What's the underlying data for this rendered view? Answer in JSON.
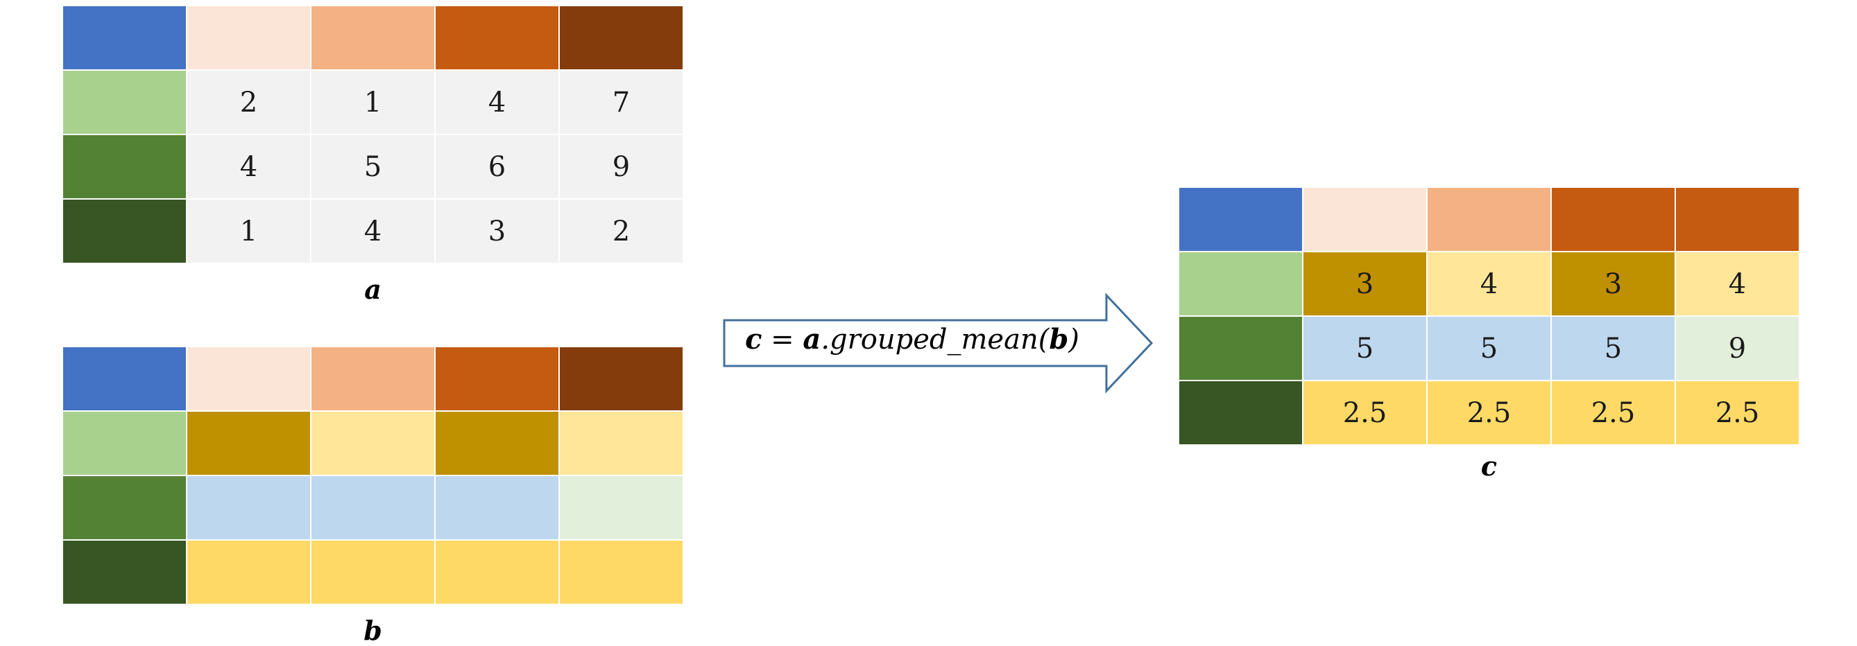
{
  "colors": {
    "header_blue": "#4472C4",
    "col1": "#FBE5D6",
    "col2": "#F4B183",
    "col3": "#C55A11",
    "col4": "#843C0C",
    "row1": "#A9D18E",
    "row2": "#548235",
    "row3": "#375623",
    "value_bg": "#F2F2F2",
    "gold": "#BF9000",
    "light_yellow": "#FFE699",
    "light_blue": "#BDD7EE",
    "pale_green": "#E2EFDA",
    "yellow": "#FFD966",
    "arrow_stroke": "#41719C"
  },
  "tables": {
    "a": {
      "caption": "a",
      "header_colors": [
        "#4472C4",
        "#FBE5D6",
        "#F4B183",
        "#C55A11",
        "#843C0C"
      ],
      "rows": [
        {
          "label_color": "#A9D18E",
          "cells": [
            {
              "value": "2",
              "color": "#F2F2F2"
            },
            {
              "value": "1",
              "color": "#F2F2F2"
            },
            {
              "value": "4",
              "color": "#F2F2F2"
            },
            {
              "value": "7",
              "color": "#F2F2F2"
            }
          ]
        },
        {
          "label_color": "#548235",
          "cells": [
            {
              "value": "4",
              "color": "#F2F2F2"
            },
            {
              "value": "5",
              "color": "#F2F2F2"
            },
            {
              "value": "6",
              "color": "#F2F2F2"
            },
            {
              "value": "9",
              "color": "#F2F2F2"
            }
          ]
        },
        {
          "label_color": "#375623",
          "cells": [
            {
              "value": "1",
              "color": "#F2F2F2"
            },
            {
              "value": "4",
              "color": "#F2F2F2"
            },
            {
              "value": "3",
              "color": "#F2F2F2"
            },
            {
              "value": "2",
              "color": "#F2F2F2"
            }
          ]
        }
      ]
    },
    "b": {
      "caption": "b",
      "header_colors": [
        "#4472C4",
        "#FBE5D6",
        "#F4B183",
        "#C55A11",
        "#843C0C"
      ],
      "rows": [
        {
          "label_color": "#A9D18E",
          "cells": [
            {
              "value": "",
              "color": "#BF9000"
            },
            {
              "value": "",
              "color": "#FFE699"
            },
            {
              "value": "",
              "color": "#BF9000"
            },
            {
              "value": "",
              "color": "#FFE699"
            }
          ]
        },
        {
          "label_color": "#548235",
          "cells": [
            {
              "value": "",
              "color": "#BDD7EE"
            },
            {
              "value": "",
              "color": "#BDD7EE"
            },
            {
              "value": "",
              "color": "#BDD7EE"
            },
            {
              "value": "",
              "color": "#E2EFDA"
            }
          ]
        },
        {
          "label_color": "#375623",
          "cells": [
            {
              "value": "",
              "color": "#FFD966"
            },
            {
              "value": "",
              "color": "#FFD966"
            },
            {
              "value": "",
              "color": "#FFD966"
            },
            {
              "value": "",
              "color": "#FFD966"
            }
          ]
        }
      ]
    },
    "c": {
      "caption": "c",
      "header_colors": [
        "#4472C4",
        "#FBE5D6",
        "#F4B183",
        "#C55A11",
        "#C55A11"
      ],
      "rows": [
        {
          "label_color": "#A9D18E",
          "cells": [
            {
              "value": "3",
              "color": "#BF9000"
            },
            {
              "value": "4",
              "color": "#FFE699"
            },
            {
              "value": "3",
              "color": "#BF9000"
            },
            {
              "value": "4",
              "color": "#FFE699"
            }
          ]
        },
        {
          "label_color": "#548235",
          "cells": [
            {
              "value": "5",
              "color": "#BDD7EE"
            },
            {
              "value": "5",
              "color": "#BDD7EE"
            },
            {
              "value": "5",
              "color": "#BDD7EE"
            },
            {
              "value": "9",
              "color": "#E2EFDA"
            }
          ]
        },
        {
          "label_color": "#375623",
          "cells": [
            {
              "value": "2.5",
              "color": "#FFD966"
            },
            {
              "value": "2.5",
              "color": "#FFD966"
            },
            {
              "value": "2.5",
              "color": "#FFD966"
            },
            {
              "value": "2.5",
              "color": "#FFD966"
            }
          ]
        }
      ]
    }
  },
  "arrow": {
    "formula_lhs": "c",
    "formula_eq": " = ",
    "formula_obj": "a",
    "formula_method": ".grouped_mean(",
    "formula_arg": "b",
    "formula_close": ")"
  }
}
